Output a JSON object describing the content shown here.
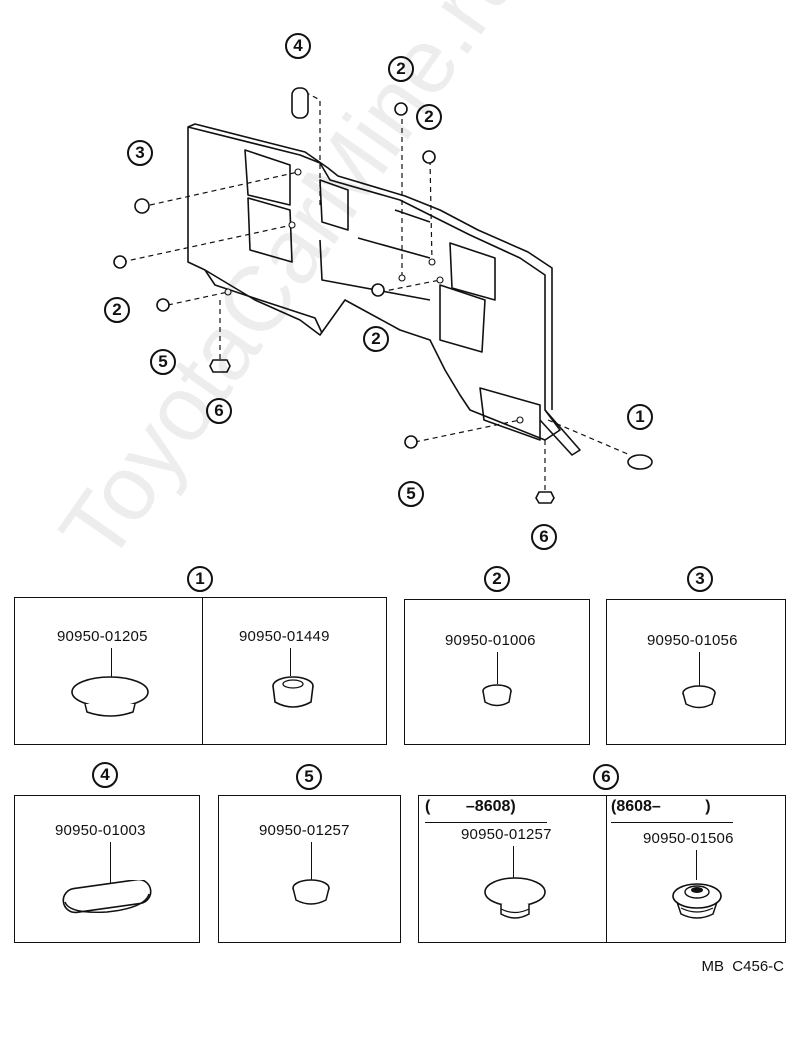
{
  "diagram": {
    "callouts": [
      "4",
      "2",
      "2",
      "3",
      "2",
      "2",
      "5",
      "6",
      "1",
      "5",
      "6"
    ]
  },
  "groups": [
    {
      "id": "1",
      "parts": [
        "90950-01205",
        "90950-01449"
      ]
    },
    {
      "id": "2",
      "parts": [
        "90950-01006"
      ]
    },
    {
      "id": "3",
      "parts": [
        "90950-01056"
      ]
    },
    {
      "id": "4",
      "parts": [
        "90950-01003"
      ]
    },
    {
      "id": "5",
      "parts": [
        "90950-01257"
      ]
    },
    {
      "id": "6",
      "parts": [
        "90950-01257",
        "90950-01506"
      ],
      "ranges": [
        "(        –8608)",
        "(8608–          )"
      ]
    }
  ],
  "footer": {
    "code": "MB  C456-C"
  },
  "watermark": "ToyotaCarMine.ru"
}
